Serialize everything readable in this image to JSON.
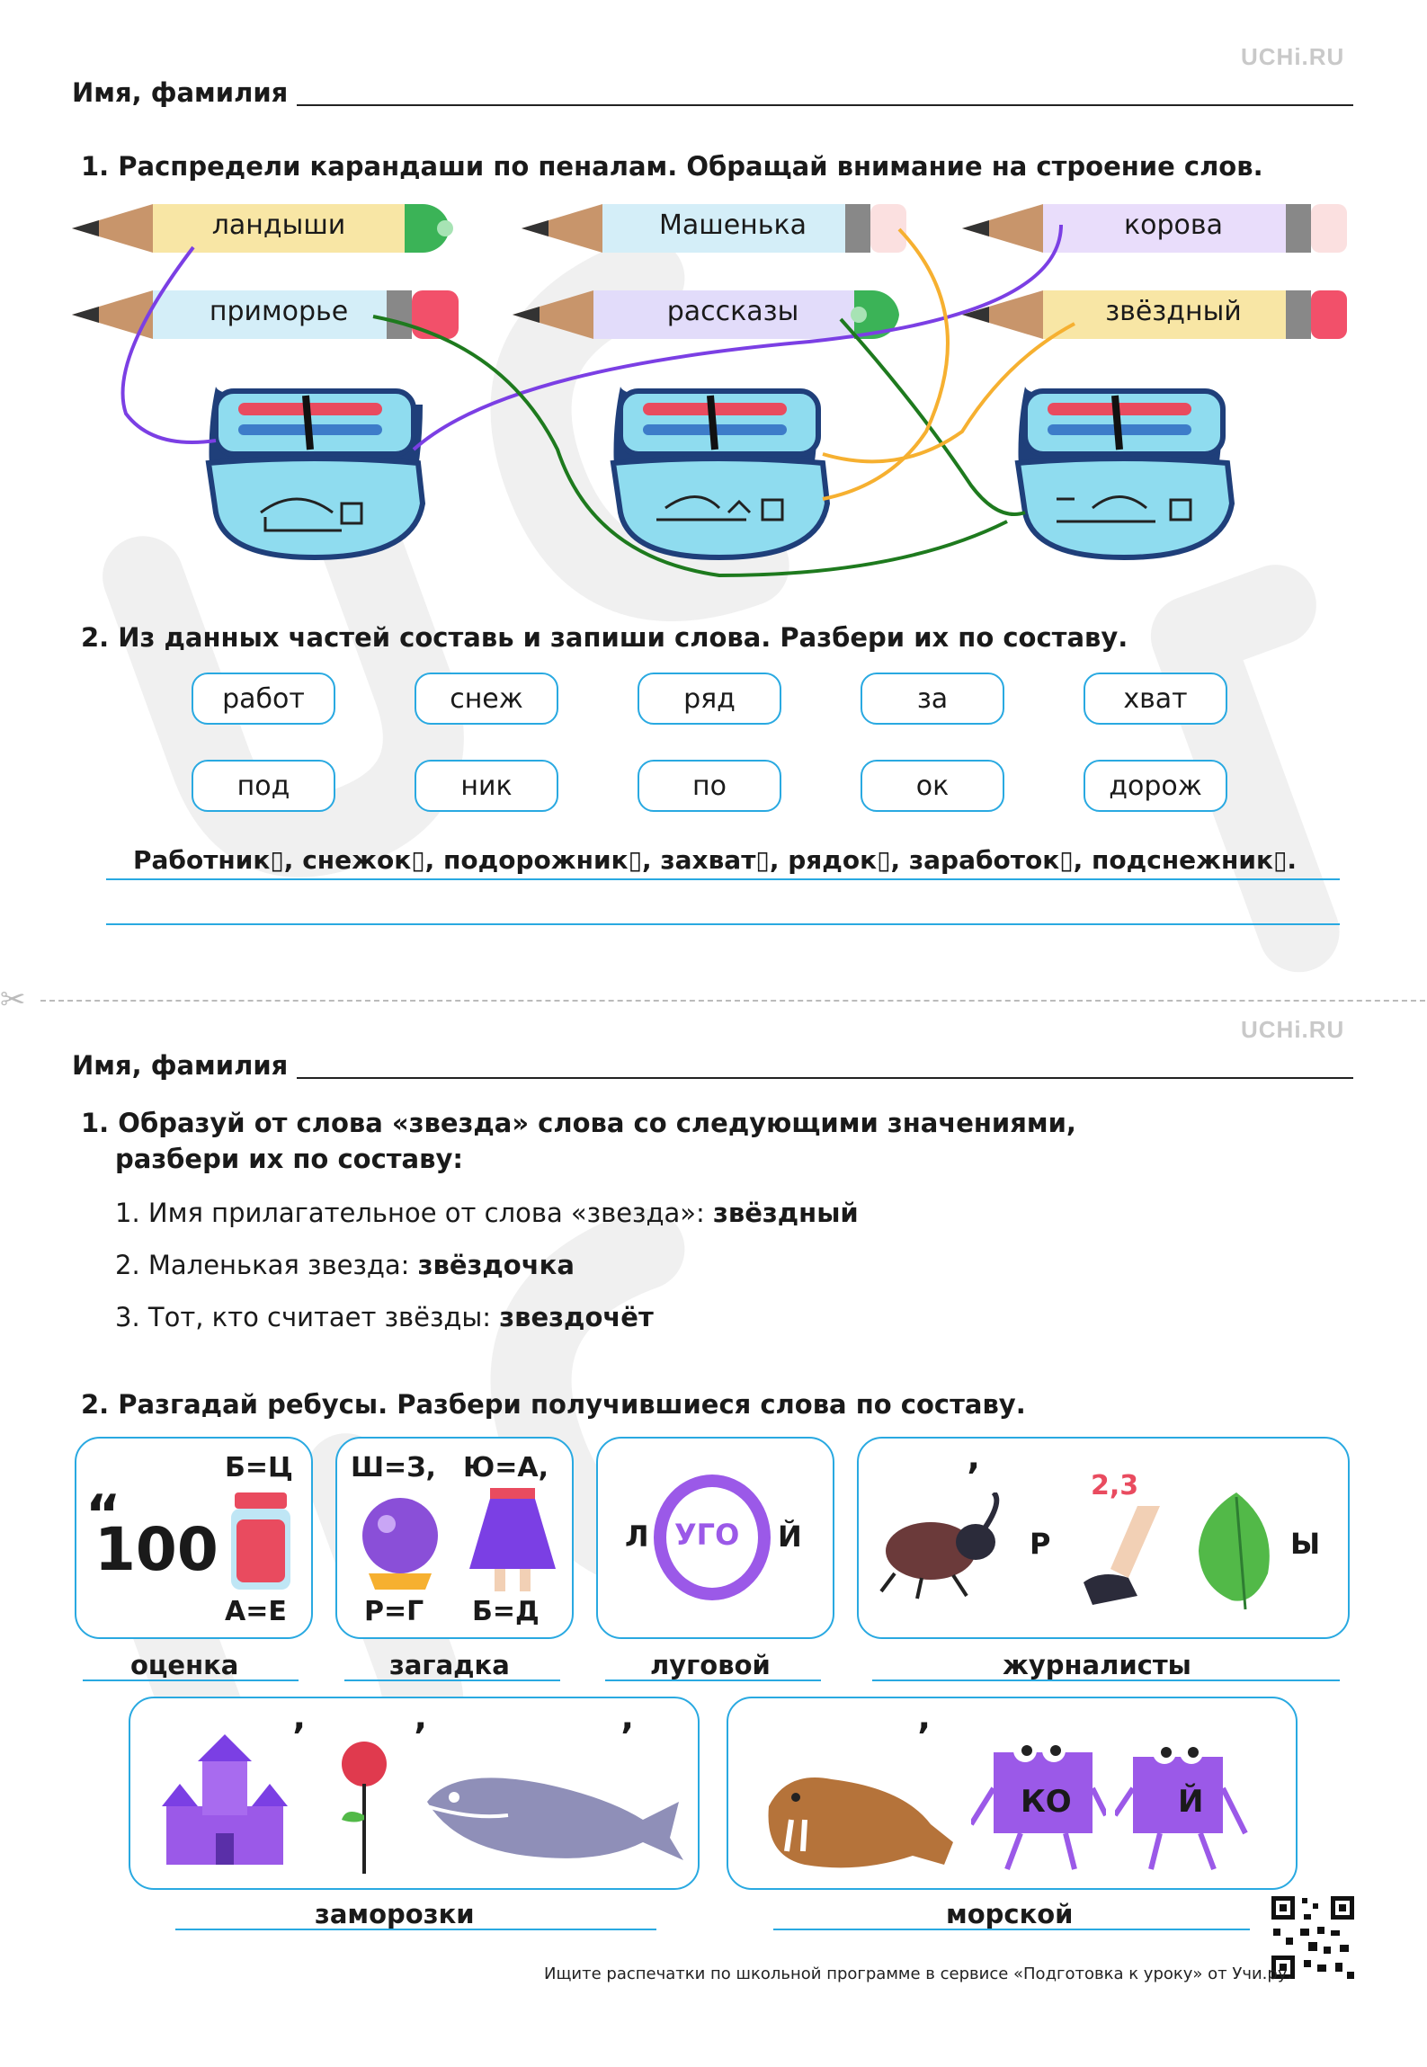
{
  "logo": "UCHi.RU",
  "name_label": "Имя, фамилия",
  "sheet1": {
    "task1": "1. Распредели карандаши по пеналам. Обращай внимание на строение слов.",
    "pencils": [
      "ландыши",
      "Машенька",
      "корова",
      "приморье",
      "рассказы",
      "звёздный"
    ],
    "task2": "2. Из данных частей составь и запиши слова. Разбери их по составу.",
    "parts_row1": [
      "работ",
      "снеж",
      "ряд",
      "за",
      "хват"
    ],
    "parts_row2": [
      "под",
      "ник",
      "по",
      "ок",
      "дорож"
    ],
    "answer": "Работник▯, снежок▯, подорожник▯, захват▯, рядок▯, заработок▯, подснежник▯."
  },
  "sheet2": {
    "task1_line1": "1. Образуй от слова «звезда» слова со следующими значениями,",
    "task1_line2": "разбери их по составу:",
    "items": [
      {
        "label": "1. Имя прилагательное от слова «звезда»: ",
        "answer": "звёздный"
      },
      {
        "label": "2. Маленькая звезда: ",
        "answer": "звёздочка"
      },
      {
        "label": "3. Тот, кто считает звёзды: ",
        "answer": "звездочёт"
      }
    ],
    "task2": "2. Разгадай ребусы. Разбери получившиеся слова по составу.",
    "rebus1": {
      "top": "Б=Ц",
      "number": "100",
      "bottom": "А=Е",
      "answer": "оценка"
    },
    "rebus2": {
      "top_left": "Ш=З,",
      "top_right": "Ю=А,",
      "bottom_left": "Р=Г",
      "bottom_right": "Б=Д",
      "answer": "загадка"
    },
    "rebus3": {
      "left": "Л",
      "inner": "УГО",
      "right": "Й",
      "answer": "луговой"
    },
    "rebus4": {
      "r": "Р",
      "y": "Ы",
      "digits": "2,3",
      "answer": "журналисты"
    },
    "rebus5": {
      "answer": "заморозки"
    },
    "rebus6": {
      "ko": "КО",
      "iy": "Й",
      "answer": "морской"
    }
  },
  "footer": "Ищите распечатки по школьной программе в сервисе «Подготовка к уроку» от Учи.ру.",
  "colors": {
    "accent_blue": "#29a9e1",
    "purple": "#7b3fe4",
    "green": "#1e7a1e",
    "orange": "#f6b030",
    "dark_blue": "#1f3f7a"
  }
}
